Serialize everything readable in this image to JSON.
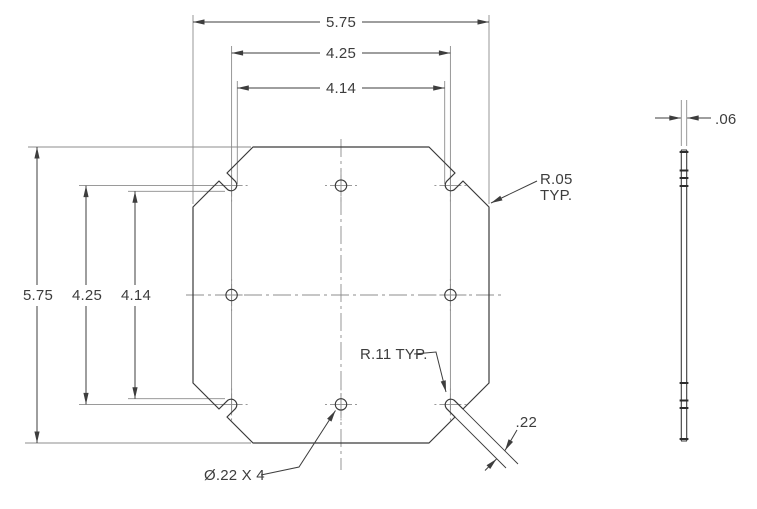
{
  "front_view": {
    "dims_top": {
      "overall": "5.75",
      "outer": "4.25",
      "inner": "4.14"
    },
    "dims_left": {
      "overall": "5.75",
      "outer": "4.25",
      "inner": "4.14"
    },
    "callout_corner_radius": [
      "R.05",
      "TYP."
    ],
    "callout_slot_radius": "R.11 TYP.",
    "callout_holes": "Ø.22 X 4",
    "callout_slot_width": ".22"
  },
  "side_view": {
    "thickness": ".06"
  },
  "colors": {
    "outline": "#3a3a3a",
    "dim": "#3d3d3d",
    "aux": "#8c8c8c",
    "background": "#ffffff"
  }
}
